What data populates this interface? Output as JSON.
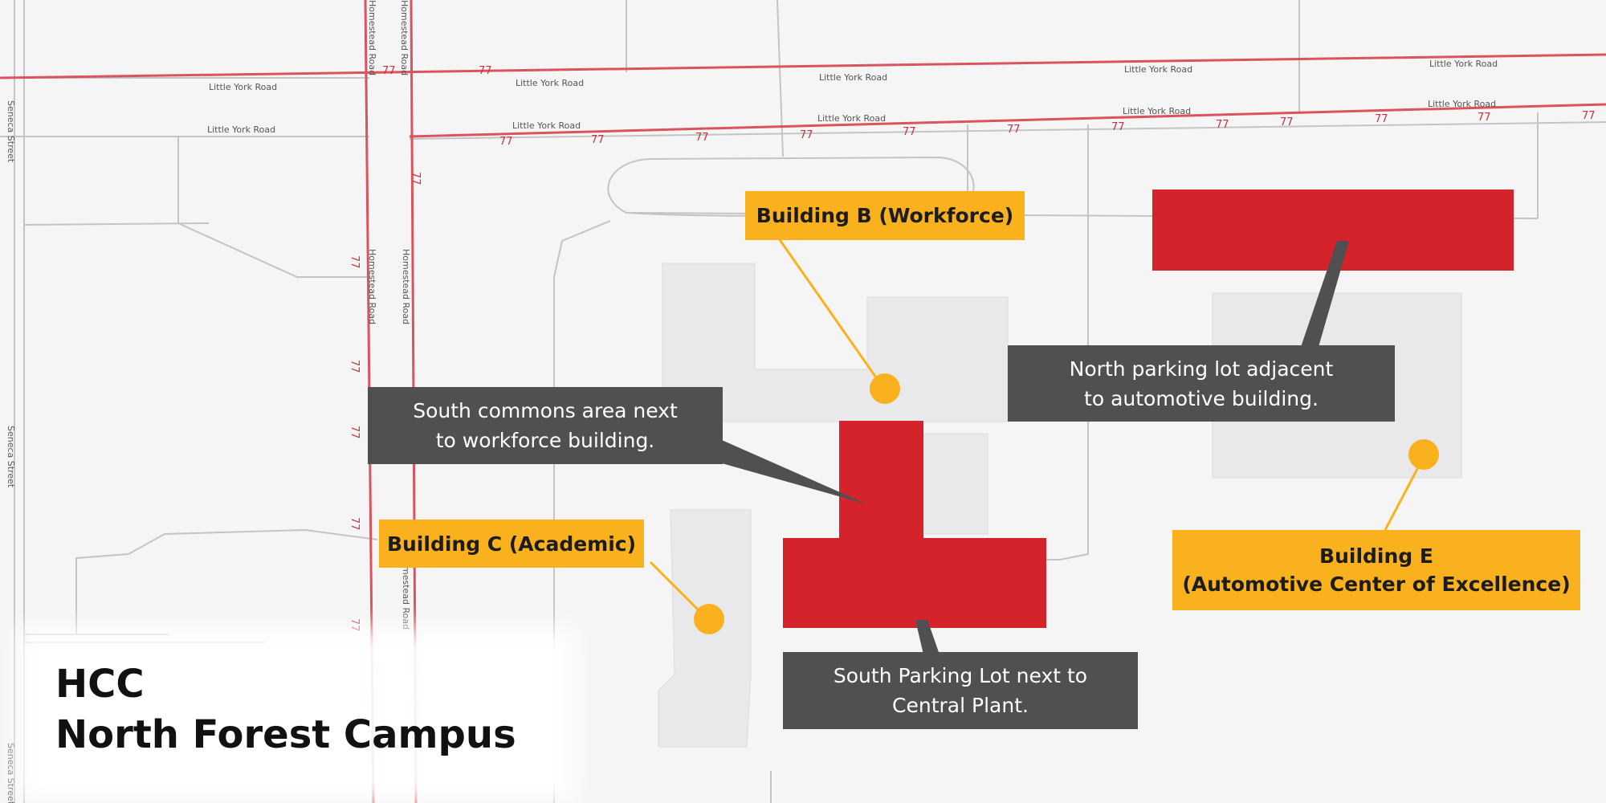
{
  "map": {
    "title_line1": "HCC",
    "title_line2": "North Forest Campus",
    "colors": {
      "background": "#f5f5f5",
      "road_outline": "#c4c4c4",
      "highway": "#d9545c",
      "building_footprint": "#e9e9ec",
      "highlight_area": "#d5232c",
      "label_yellow": "#f9b21d",
      "label_dark": "#505053",
      "pin": "#f9b21d"
    },
    "roads": {
      "little_york": "Little York Road",
      "homestead": "Homestead Road",
      "seneca": "Seneca Street",
      "route_marker": "77"
    },
    "buildings": {
      "b": "Building B (Workforce)",
      "c": "Building C (Academic)",
      "e_line1": "Building E",
      "e_line2": "(Automotive Center of Excellence)"
    },
    "areas": {
      "south_commons_line1": "South commons area next",
      "south_commons_line2": "to workforce building.",
      "north_lot_line1": "North parking lot adjacent",
      "north_lot_line2": "to automotive building.",
      "south_lot_line1": "South Parking Lot next to",
      "south_lot_line2": "Central Plant."
    }
  }
}
